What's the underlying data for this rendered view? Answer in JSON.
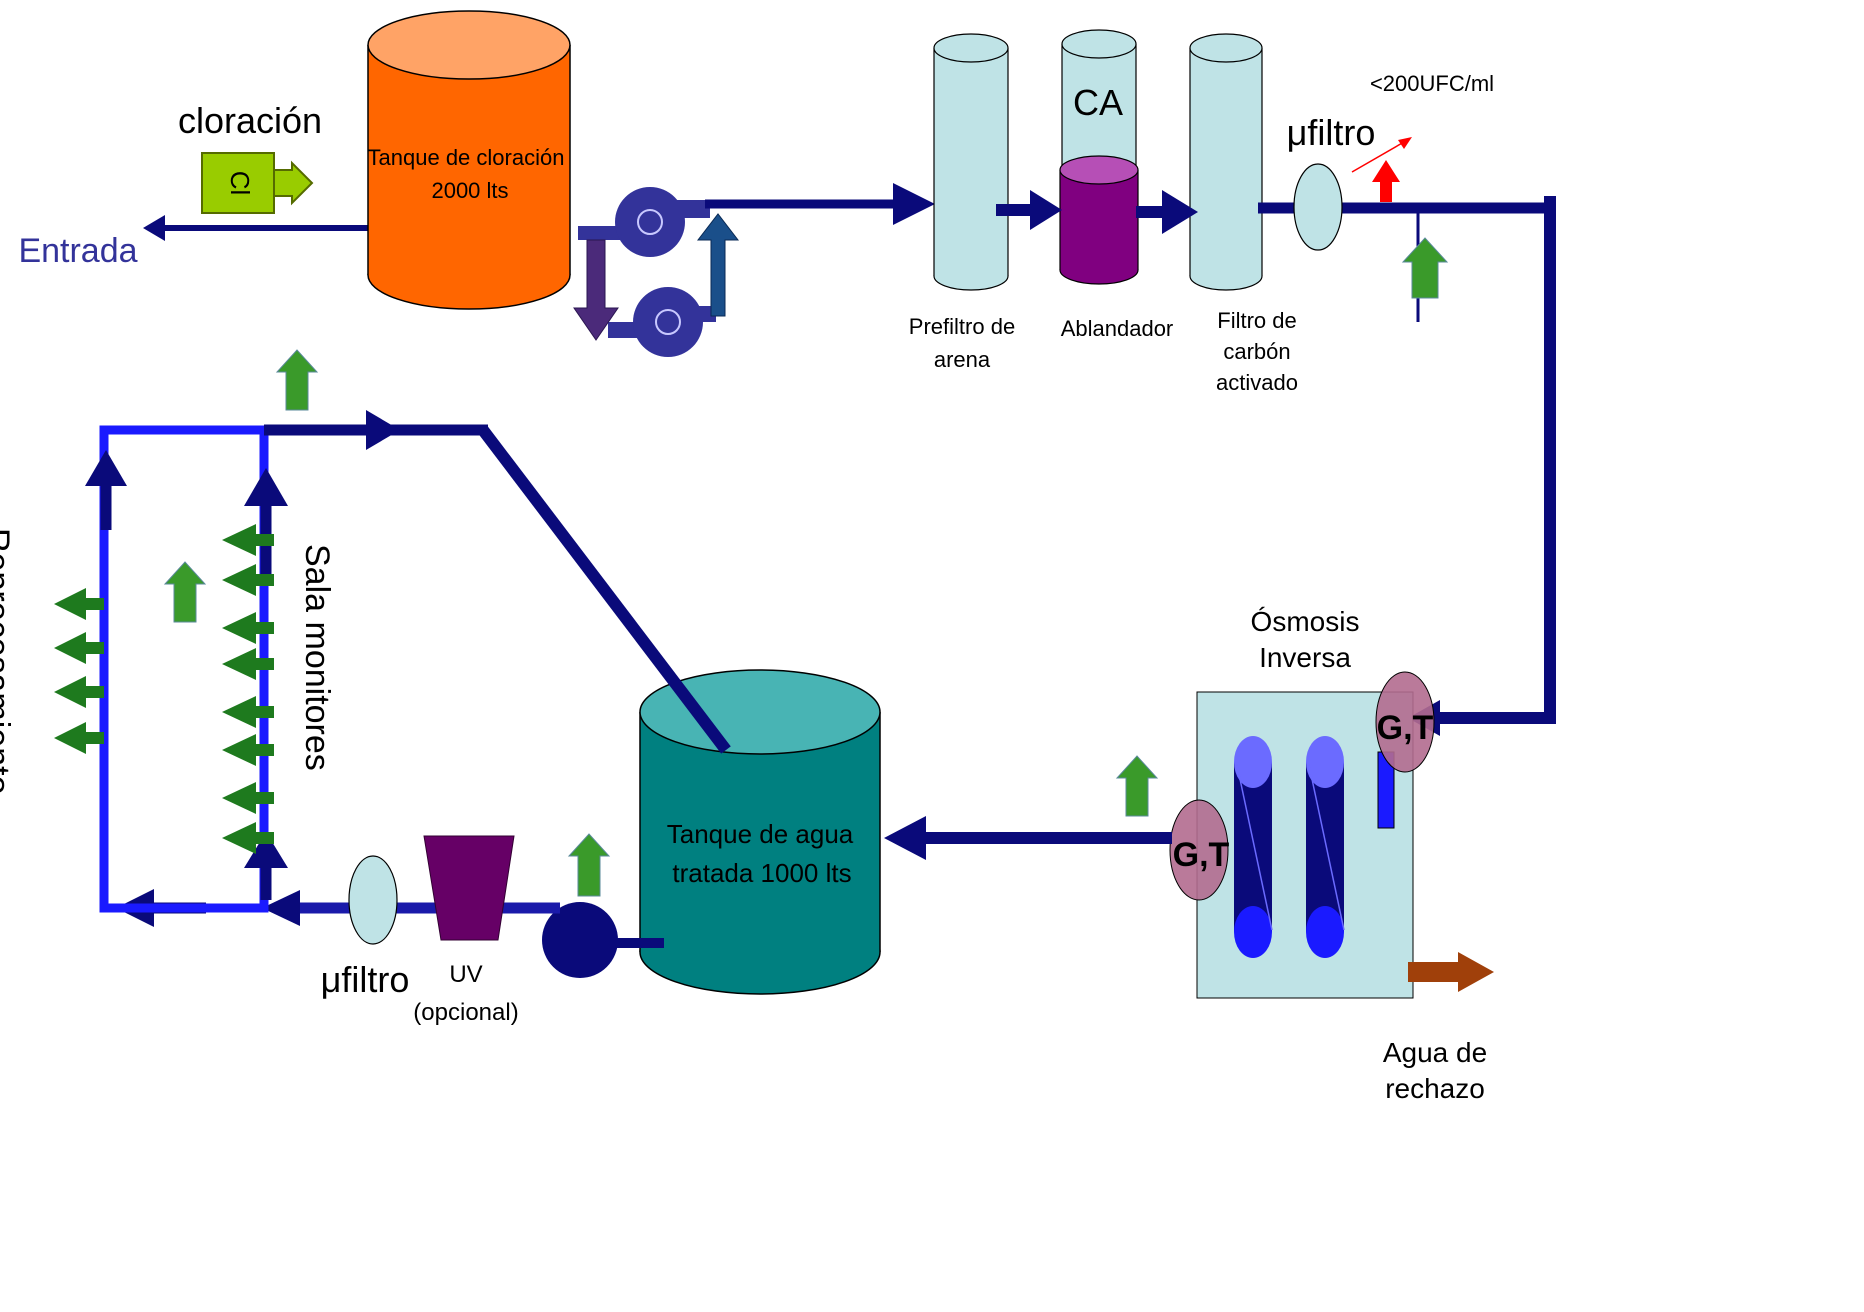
{
  "labels": {
    "cloracion": "cloración",
    "cl_symbol": "Cl",
    "entrada": "Entrada",
    "tank1_line1": "Tanque de cloración",
    "tank1_line2": "2000 lts",
    "ca": "CA",
    "ufc": "<200UFC/ml",
    "ufiltro_top": "μfiltro",
    "prefiltro_line1": "Prefiltro de",
    "prefiltro_line2": "arena",
    "ablandador": "Ablandador",
    "carbon_line1": "Filtro de",
    "carbon_line2": "carbón",
    "carbon_line3": "activado",
    "osmosis_line1": "Ósmosis",
    "osmosis_line2": "Inversa",
    "gt_top": "G,T",
    "gt_bottom": "G,T",
    "tank2_line1": "Tanque de agua",
    "tank2_line2": "tratada 1000 lts",
    "ufiltro_bottom": "μfiltro",
    "uv_line1": "UV",
    "uv_line2": "(opcional)",
    "rechazo_line1": "Agua de",
    "rechazo_line2": "rechazo",
    "sala_monitores": "Sala monitores",
    "reprocesamiento": "Reprocesamiento"
  },
  "colors": {
    "pipe_navy": "#0a0a7a",
    "pipe_blue": "#1a1aff",
    "tank_orange": "#ff6600",
    "tank_orange_top": "#ffa366",
    "tank_teal": "#008080",
    "tank_teal_top": "#48b4b4",
    "filter_light": "#bfe3e6",
    "softener_purple": "#800080",
    "softener_top": "#b64fb6",
    "chlorinator_green": "#99cc00",
    "uv_purple": "#660066",
    "pump_blue": "#33339a",
    "gt_mauve": "#b36b8f",
    "green_arrow": "#2e8b2e",
    "red_arrow": "#ff0000",
    "reject_brown": "#a0400a"
  }
}
